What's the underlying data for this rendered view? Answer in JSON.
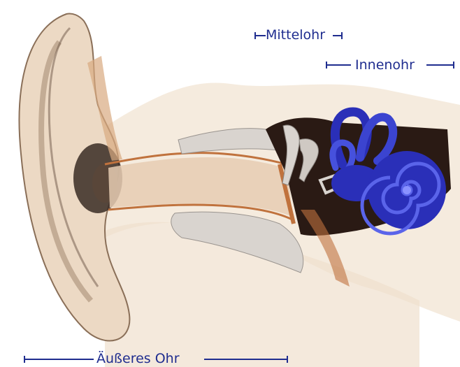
{
  "labels": {
    "middle_ear": "Mittelohr",
    "inner_ear": "Innenohr",
    "outer_ear": "Äußeres Ohr"
  },
  "colors": {
    "label": "#1f2d8f",
    "skin": "#ecd9c4",
    "skin_shadow": "#c9b09a",
    "canal_line": "#c0723d",
    "bone": "#d9d4cf",
    "cavity": "#2a1a14",
    "cochlea": "#2a2fb8",
    "cochlea_light": "#5a64ea"
  },
  "icons": {
    "outer_ear": "pinna-illustration",
    "ear_canal": "ear-canal-illustration",
    "ossicles": "ossicles-illustration",
    "cochlea": "cochlea-illustration"
  }
}
